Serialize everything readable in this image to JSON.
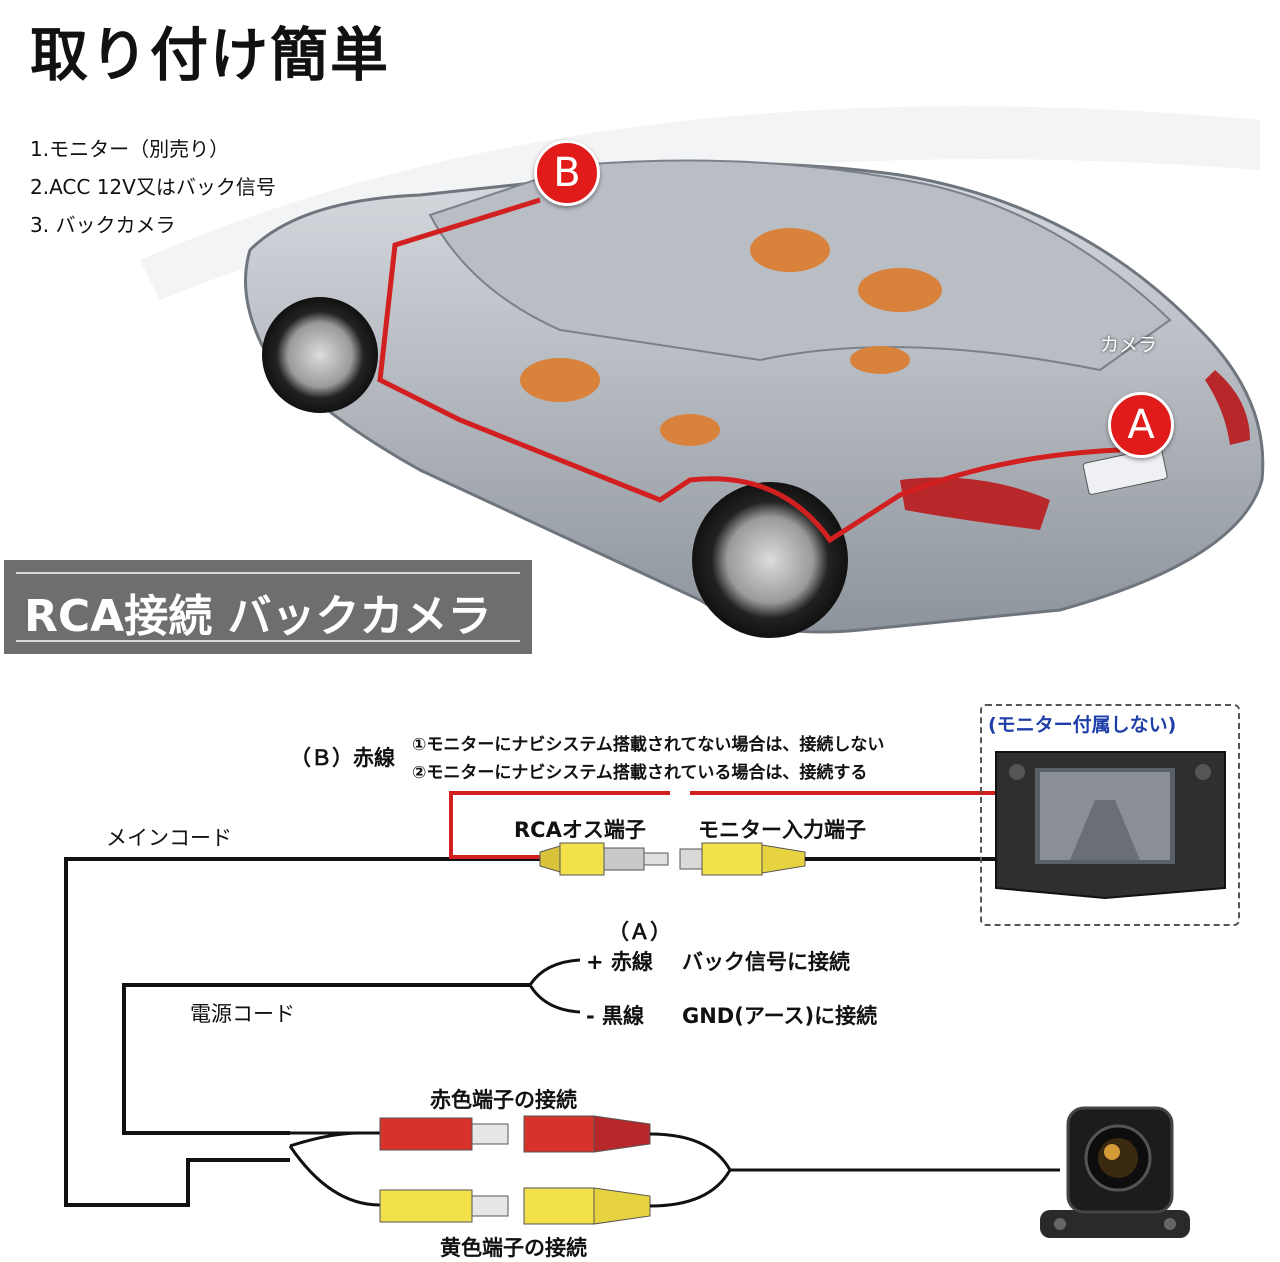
{
  "title": "取り付け簡単",
  "steps": [
    "1.モニター（別売り）",
    "2.ACC 12V又はバック信号",
    "3. バックカメラ"
  ],
  "car": {
    "marker_b": "B",
    "marker_a": "A",
    "camera_label": "カメラ"
  },
  "banner": "RCA接続 バックカメラ",
  "wiring": {
    "b_label": "（Ｂ）赤線",
    "b_notes": [
      "①モニターにナビシステム搭載されてない場合は、接続しない",
      "②モニターにナビシステム搭載されている場合は、接続する"
    ],
    "main_cord": "メインコード",
    "rca_male": "RCAオス端子",
    "monitor_input": "モニター入力端子",
    "monitor_note": "(モニター付属しない)",
    "a_label": "（Ａ）",
    "plus_red": "+ 赤線",
    "plus_red_desc": "バック信号に接続",
    "minus_black": "- 黒線",
    "minus_black_desc": "GND(アース)に接続",
    "power_cord": "電源コード",
    "red_terminal": "赤色端子の接続",
    "yellow_terminal": "黄色端子の接続"
  },
  "colors": {
    "wire_red": "#d21f1f",
    "wire_black": "#111111",
    "plug_yellow": "#f2e14a",
    "plug_red": "#d8322b",
    "monitor_title": "#1f3fa8"
  }
}
